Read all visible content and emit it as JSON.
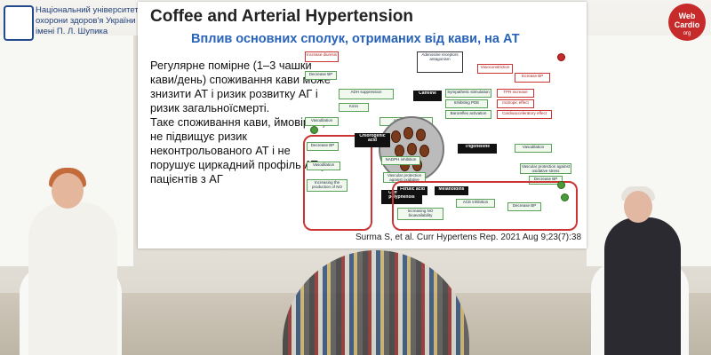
{
  "header": {
    "university_name": "Національний університет охорони здоров'я України імені П. Л. Шупика",
    "brand": {
      "line1": "Web",
      "line2": "Cardio",
      "line3": "org"
    }
  },
  "slide": {
    "title": "Coffee and Arterial Hypertension",
    "subtitle": "Вплив основних сполук, отриманих від кави, на АТ",
    "paragraph1": "Регулярне помірне (1–3 чашки кави/день) споживання кави може знизити АТ і ризик розвитку АГ і ризик загальноїсмерті.",
    "paragraph2": "Таке споживання кави, ймовірно, не підвищує ризик неконтрольованого АТ і не порушує циркадний профіль АТ у пацієнтів з АГ",
    "citation": "Surma S, et al. Curr Hypertens Rep. 2021 Aug 9;23(7):38",
    "diagram": {
      "center": "Coffee",
      "chlorogenic": "Chlorogenic acid",
      "caffeine": "Caffeine",
      "trigonelline": "Trigonelline",
      "polyphenols": "Caffeine and polyphenols",
      "ferulic": "Ferulic acid",
      "melanoidins": "Melanoidins",
      "decrease_bp": "Decrease BP",
      "increase_bp": "Increase BP",
      "vasodilation": "Vasodilation",
      "vasoconstriction": "Vasoconstriction",
      "ace_inhibition": "ACE inhibition",
      "adenosine": "Adenosine receptors antagonism",
      "sympathetic": "Sympathetic stimulation",
      "pde": "Inhibiting PDE",
      "baroreflex": "Baroreflex activation",
      "tpr": "TPR increase",
      "inotropic": "Inotropic effect",
      "cardio": "Cardioacceleratory effect",
      "kinin": "Kinin",
      "nadph": "NADPH inhibition",
      "no_production": "Increasing the production of NO",
      "vascular_protection": "Vascular protection against oxidative stress",
      "ace2": "ACE inhibition",
      "increased_no": "Increasing NO bioavailability",
      "diuresis": "Increase diuresis",
      "adh": "ADH suppression"
    }
  }
}
